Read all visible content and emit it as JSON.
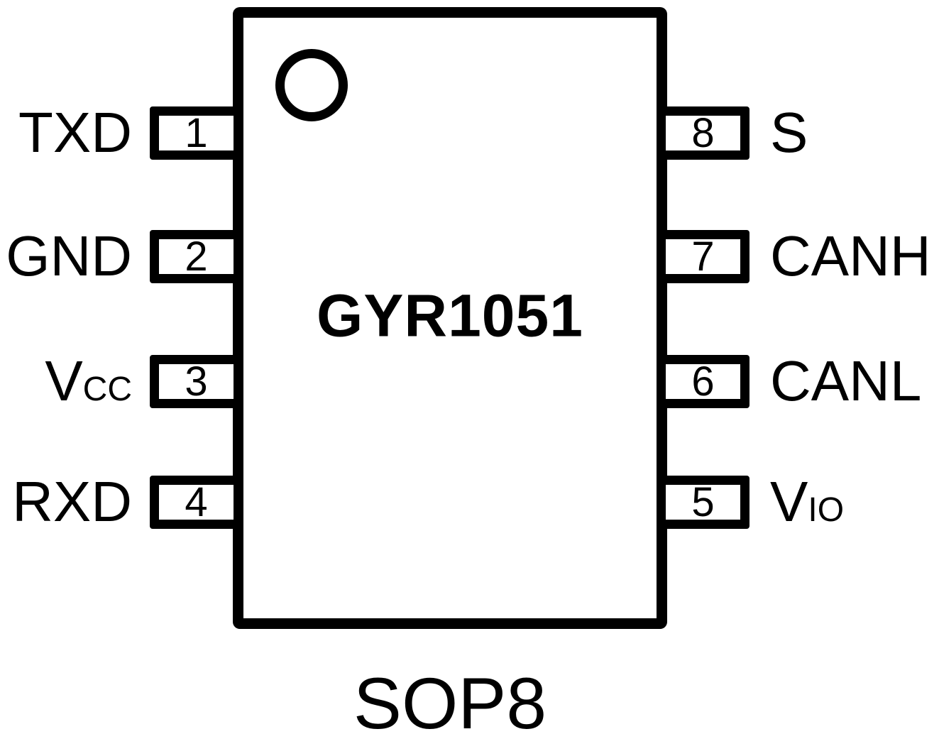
{
  "chip": {
    "name": "GYR1051",
    "package": "SOP8",
    "pins_left": [
      {
        "number": "1",
        "label": "TXD",
        "sub": ""
      },
      {
        "number": "2",
        "label": "GND",
        "sub": ""
      },
      {
        "number": "3",
        "label": "V",
        "sub": "CC"
      },
      {
        "number": "4",
        "label": "RXD",
        "sub": ""
      }
    ],
    "pins_right": [
      {
        "number": "8",
        "label": "S",
        "sub": ""
      },
      {
        "number": "7",
        "label": "CANH",
        "sub": ""
      },
      {
        "number": "6",
        "label": "CANL",
        "sub": ""
      },
      {
        "number": "5",
        "label": "V",
        "sub": "IO"
      }
    ],
    "colors": {
      "ink": "#000000",
      "background": "#ffffff"
    }
  }
}
